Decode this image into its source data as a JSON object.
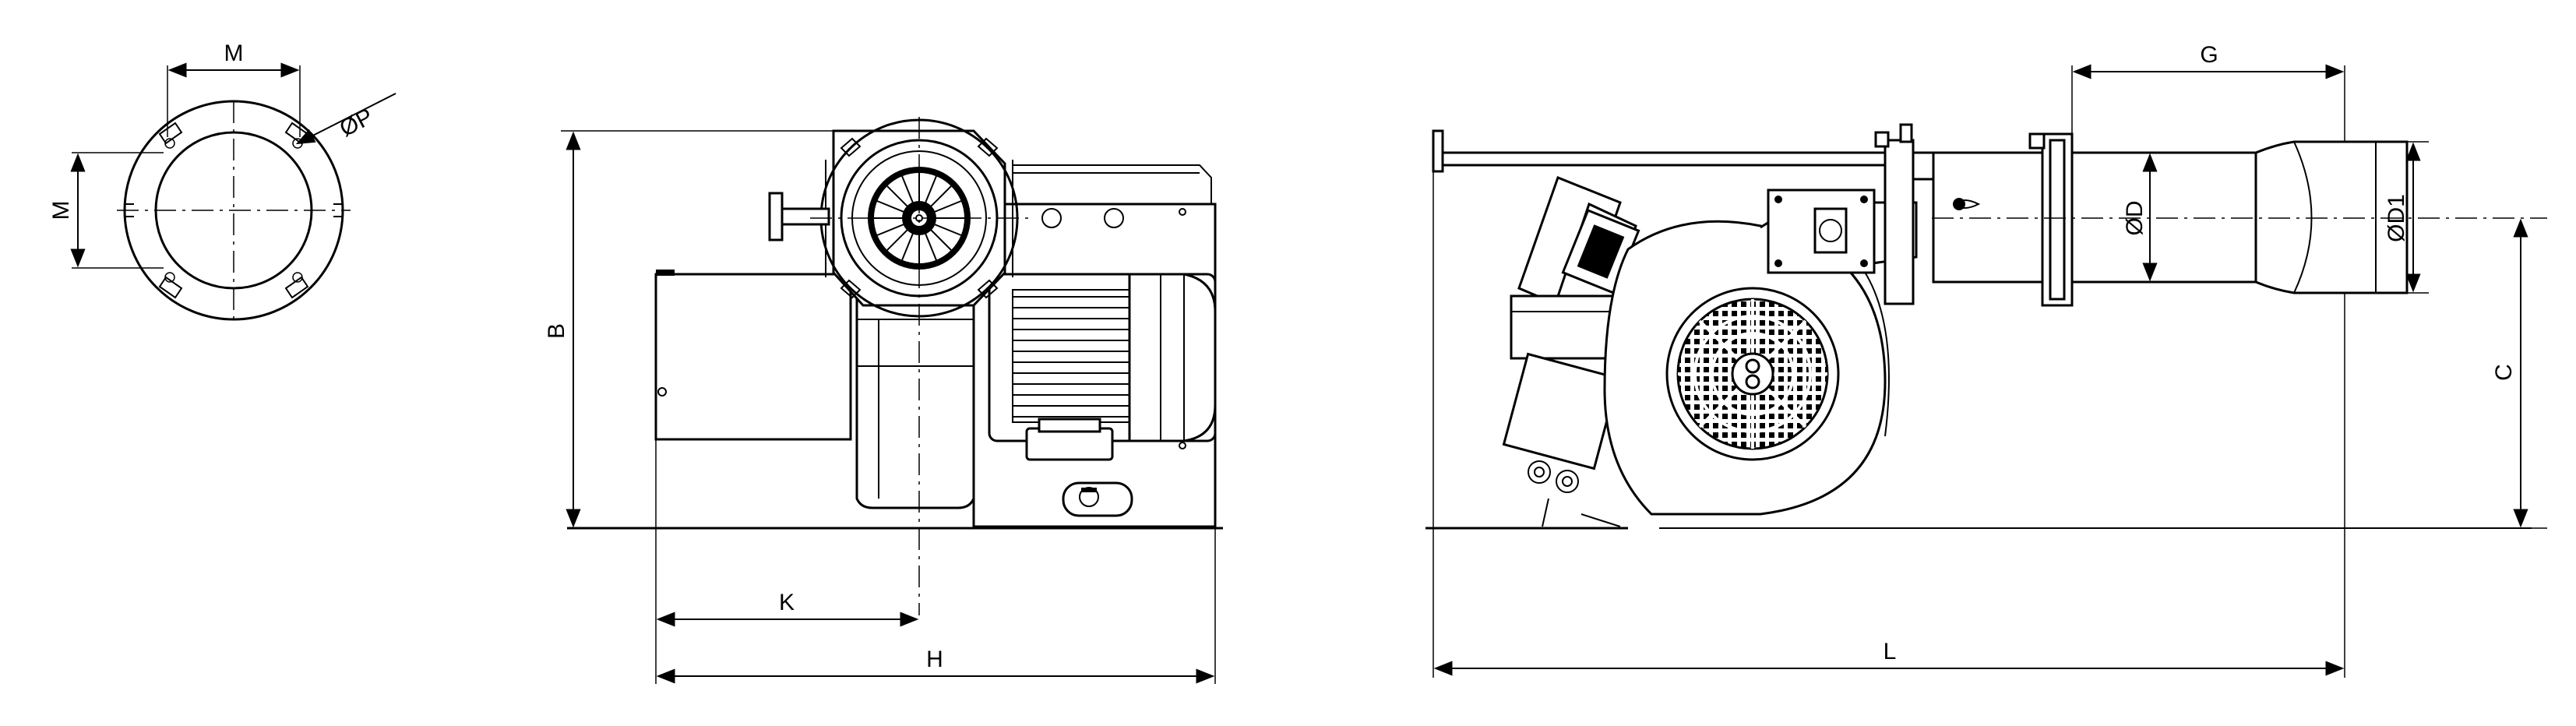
{
  "labels": {
    "m_top": "M",
    "m_side": "M",
    "p": "ØP",
    "b": "B",
    "k": "K",
    "h": "H",
    "g": "G",
    "d": "ØD",
    "d1": "ØD1",
    "c": "C",
    "l": "L"
  },
  "icons": {
    "arrow": "arrowhead",
    "fan": "fan-grille-icon"
  }
}
